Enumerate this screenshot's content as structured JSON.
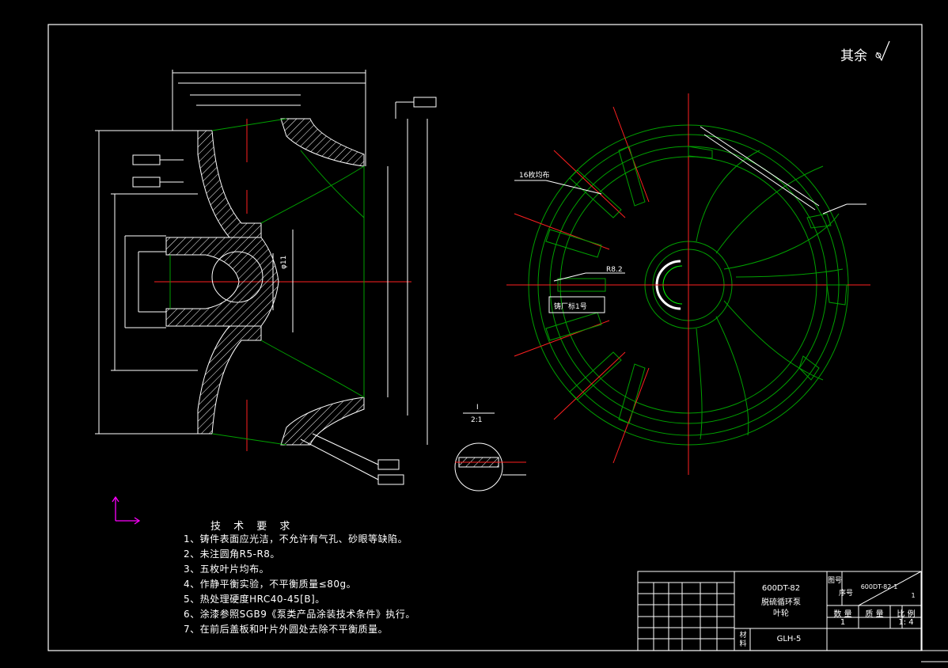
{
  "colors": {
    "background": "#000000",
    "border": "#ffffff",
    "outline": "#ffffff",
    "curve": "#00a000",
    "centerline": "#ff2020",
    "hatch": "#ffffff",
    "axis": "#ff00ff"
  },
  "roughness_note": "其余",
  "tech": {
    "title": "技 术 要 求",
    "items": [
      "1、铸件表面应光洁，不允许有气孔、砂眼等缺陷。",
      "2、未注圆角R5-R8。",
      "3、五枚叶片均布。",
      "4、作静平衡实验，不平衡质量≤80g。",
      "5、热处理硬度HRC40-45[B]。",
      "6、涂漆参照SGB9《泵类产品涂装技术条件》执行。",
      "7、在前后盖板和叶片外圆处去除不平衡质量。"
    ]
  },
  "labels": {
    "blades_even": "16枚均布",
    "casting_mark": "铸厂标1号",
    "radius": "R8.2",
    "detail_name": "I",
    "detail_scale": "2:1",
    "phi11": "φ11"
  },
  "title_block": {
    "product_line1": "600DT-82",
    "product_line2": "脱硫循环泵",
    "product_line3": "叶轮",
    "drawing_no": "600DT-82-1",
    "sheet": "1",
    "material_label": "材料",
    "material": "GLH-5",
    "qty_label": "数 量",
    "mass_label": "质 量",
    "scale_label": "比 例",
    "qty": "1",
    "scale": "1: 4",
    "code_label_1": "图号",
    "code_label_2": "序号"
  }
}
